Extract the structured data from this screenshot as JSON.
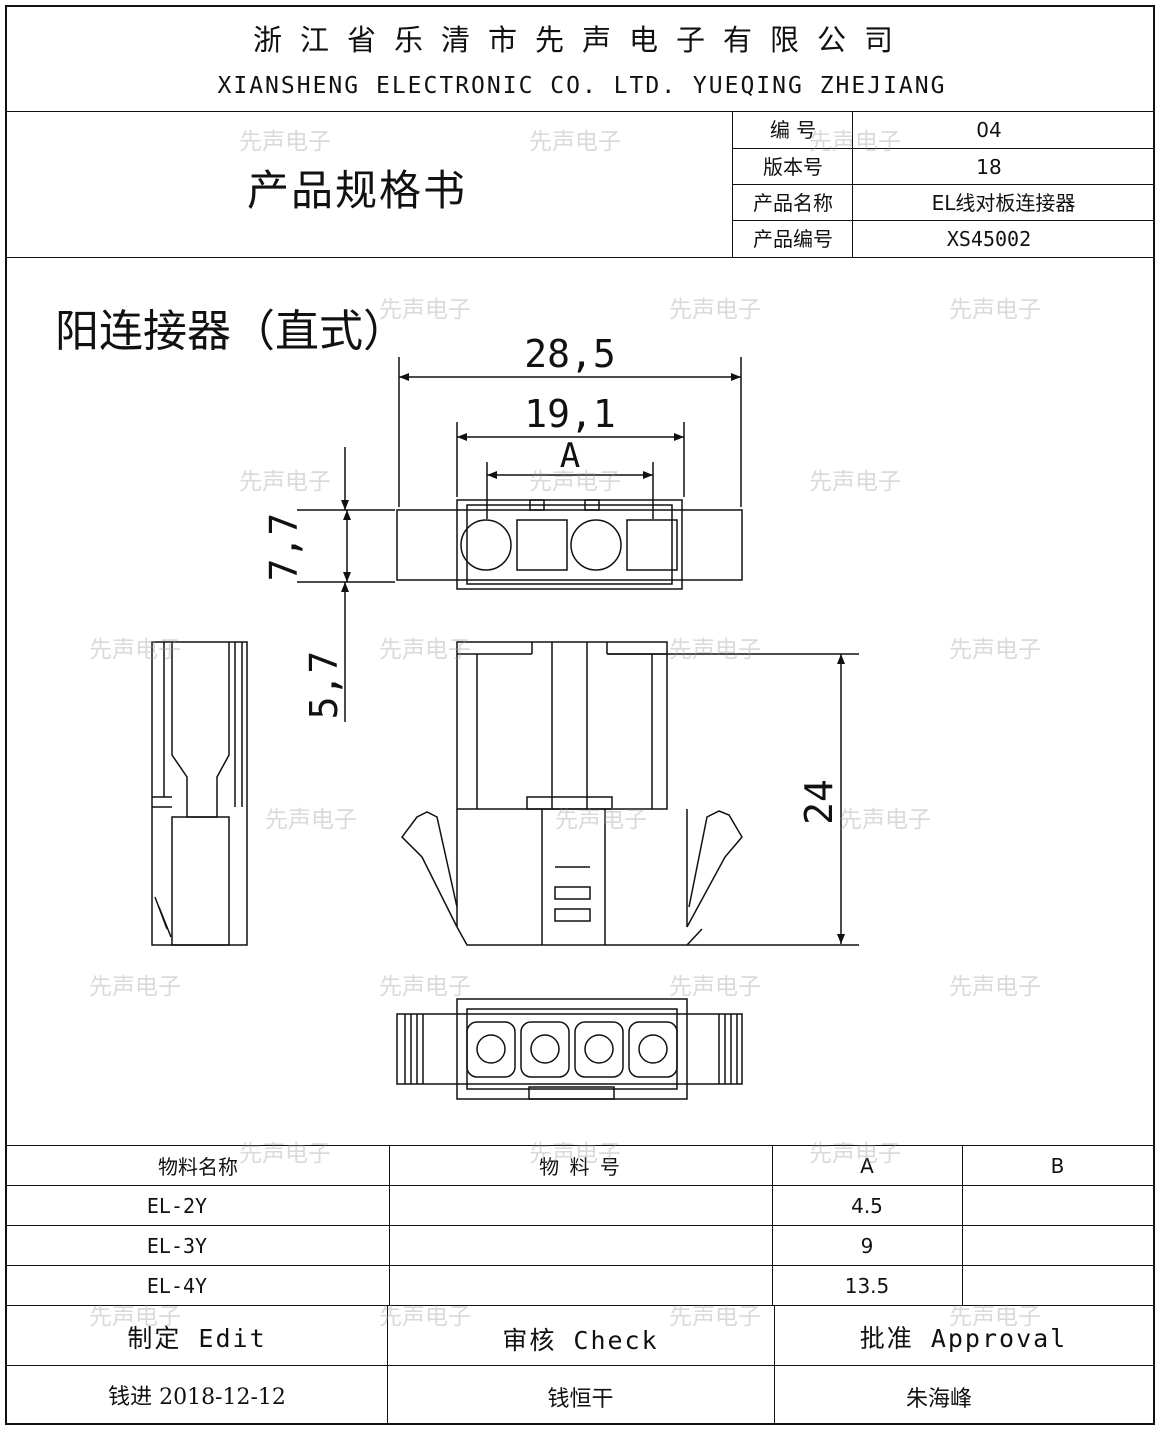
{
  "header": {
    "company_cn": "浙江省乐清市先声电子有限公司",
    "company_en": "XIANSHENG ELECTRONIC CO. LTD. YUEQING ZHEJIANG",
    "doc_title": "产品规格书"
  },
  "info": [
    {
      "label": "编 号",
      "value": "04"
    },
    {
      "label": "版本号",
      "value": "18"
    },
    {
      "label": "产品名称",
      "value": "EL线对板连接器"
    },
    {
      "label": "产品编号",
      "value": "XS45002"
    }
  ],
  "part_title": "阳连接器（直式）",
  "dimensions": {
    "overall_width": "28,5",
    "inner_width": "19,1",
    "pitch_label": "A",
    "height": "7,7",
    "offset": "5,7",
    "length": "24"
  },
  "watermark": "先声电子",
  "table": {
    "headers": [
      "物料名称",
      "物 料 号",
      "A",
      "B"
    ],
    "rows": [
      {
        "name": "EL-2Y",
        "number": "",
        "a": "4.5",
        "b": ""
      },
      {
        "name": "EL-3Y",
        "number": "",
        "a": "9",
        "b": ""
      },
      {
        "name": "EL-4Y",
        "number": "",
        "a": "13.5",
        "b": ""
      }
    ]
  },
  "signatures": {
    "edit_label": "制定 Edit",
    "check_label": "审核 Check",
    "approval_label": "批准 Approval",
    "edit_value": "钱进 2018-12-12",
    "check_value": "钱恒干",
    "approval_value": "朱海峰"
  }
}
